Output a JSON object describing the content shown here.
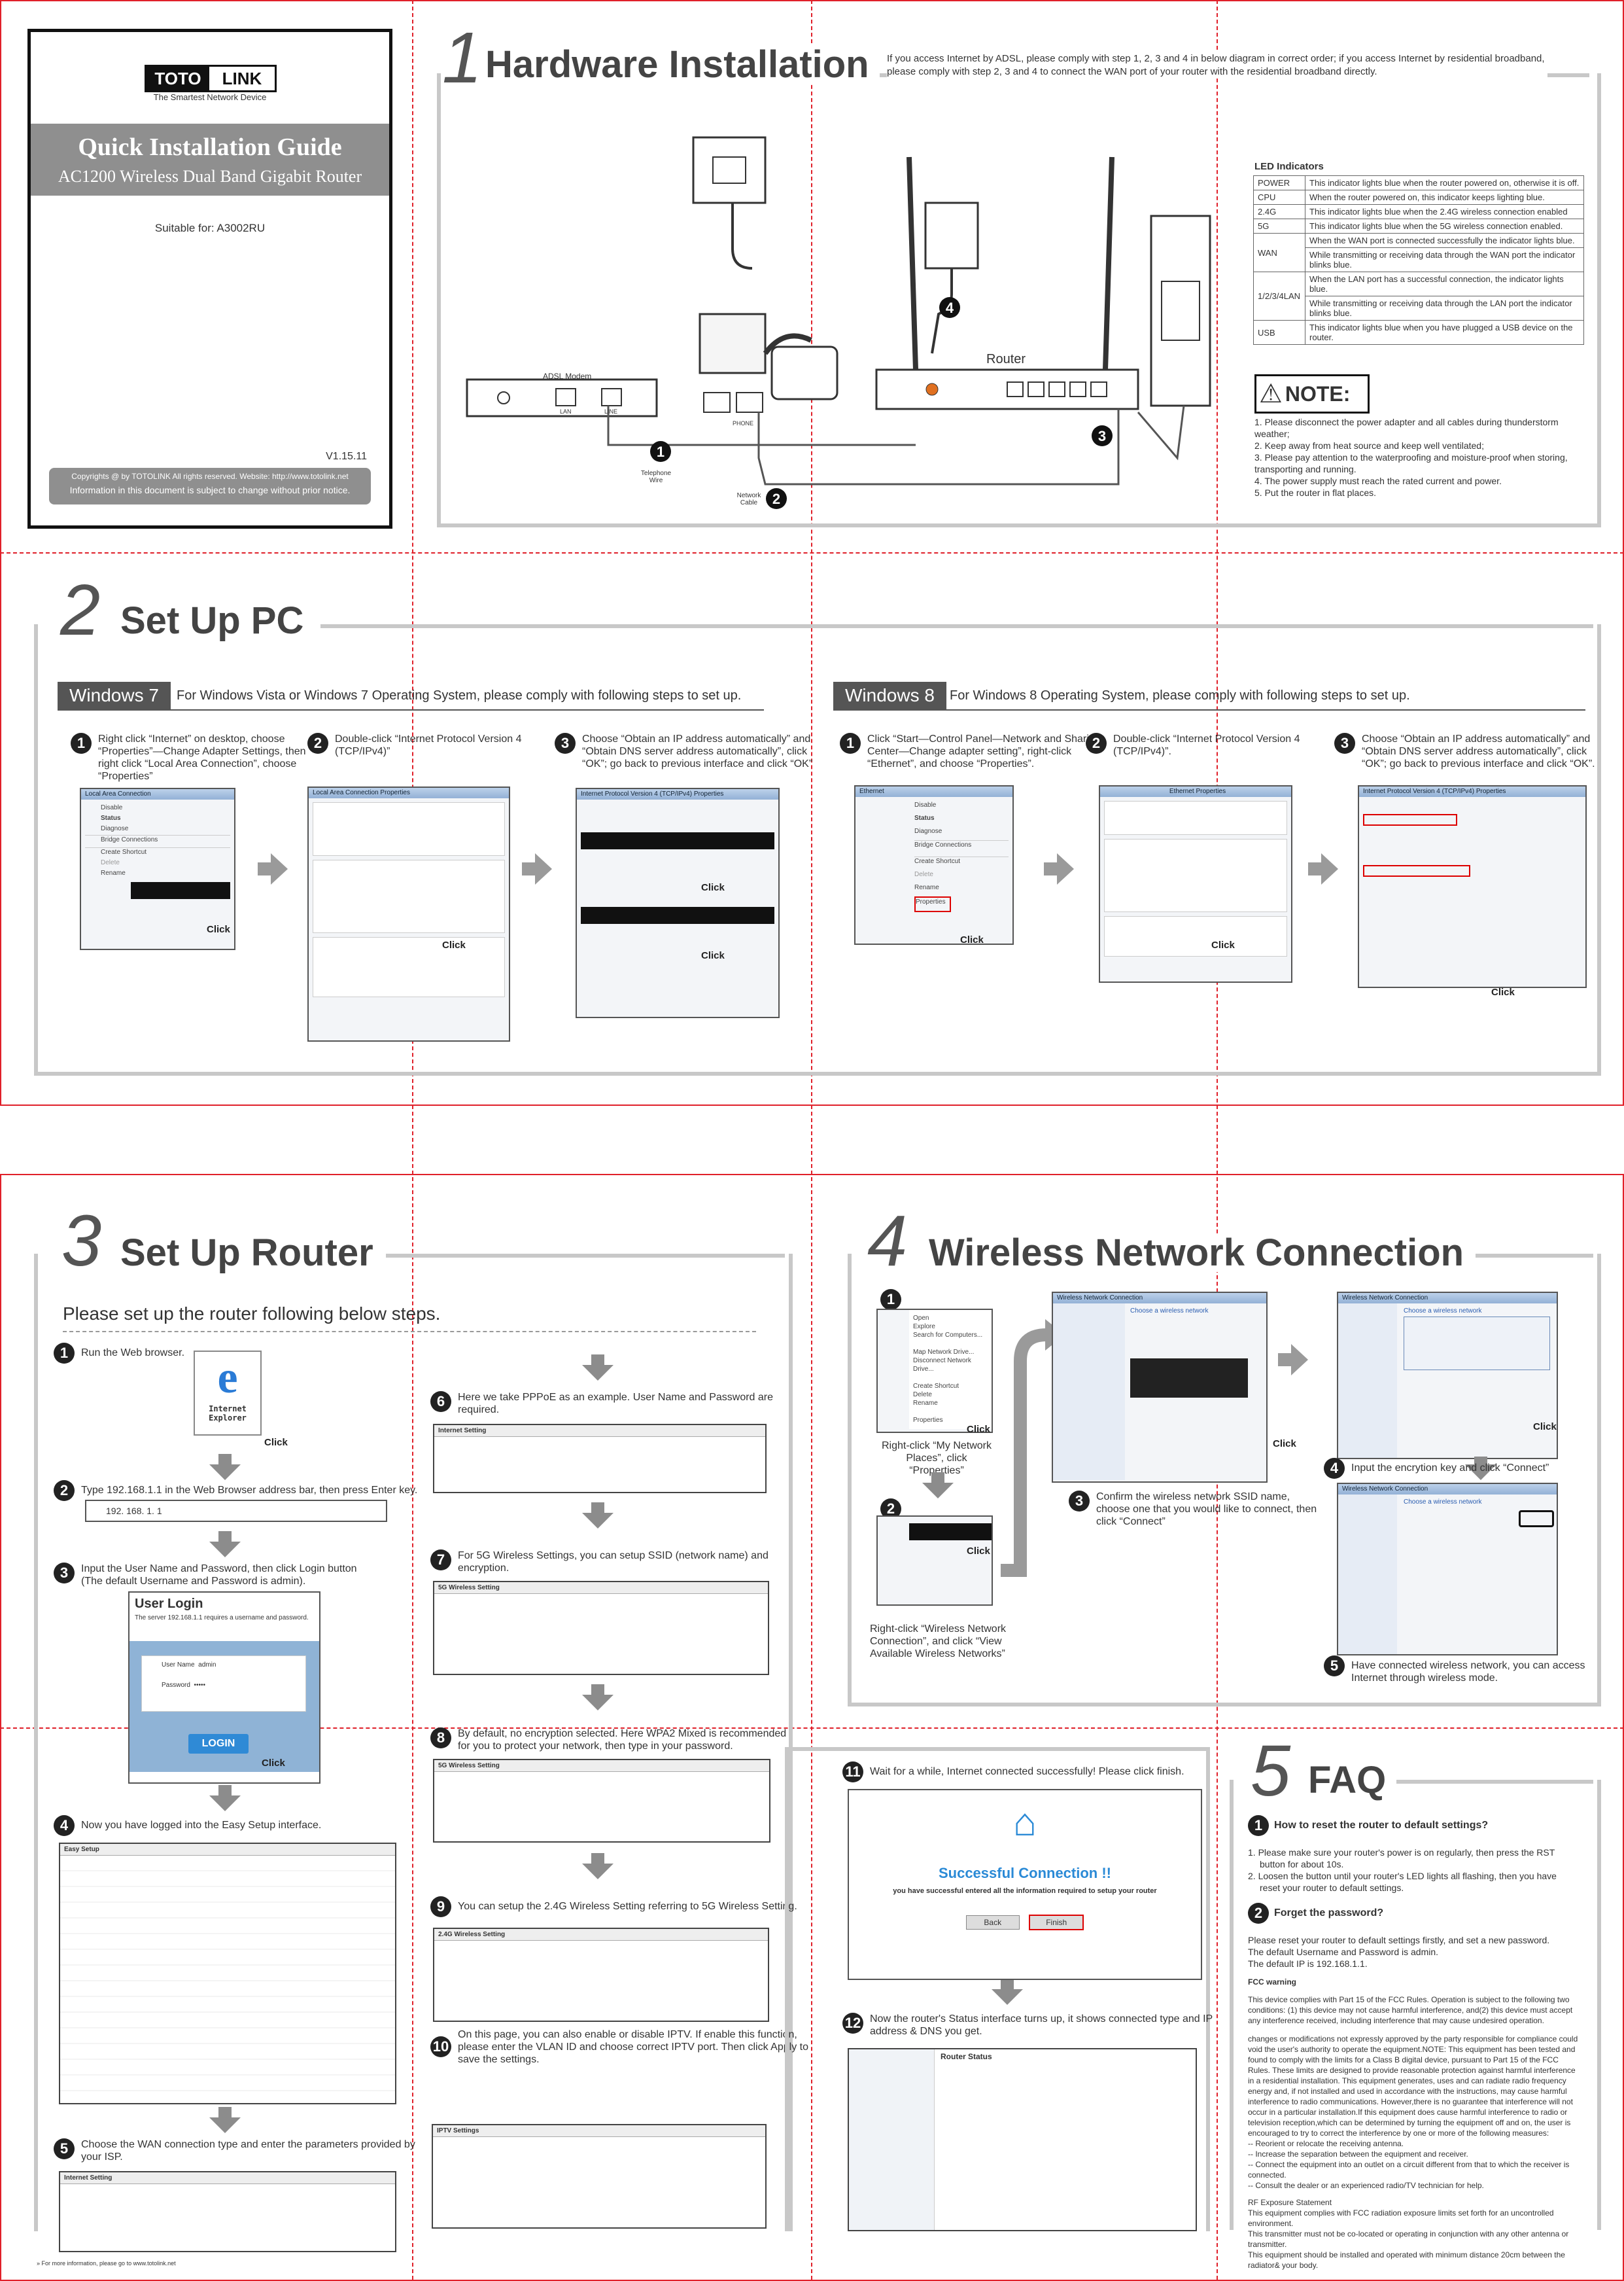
{
  "cover": {
    "brand_left": "TOTO",
    "brand_right": "LINK",
    "tagline": "The Smartest Network Device",
    "title": "Quick Installation Guide",
    "subtitle": "AC1200 Wireless Dual Band Gigabit Router",
    "suitable": "Suitable for: A3002RU",
    "version": "V1.15.11",
    "copyright": "Copyrights @ by TOTOLINK All rights reserved. Website: http://www.totolink.net",
    "notice": "Information in this document is subject to change without prior notice."
  },
  "s1": {
    "num": "1",
    "title": "Hardware Installation",
    "intro": "If you access Internet by ADSL, please comply with step 1, 2, 3 and 4 in below diagram in correct order; if you access Internet by residential broadband, please comply with step 2, 3 and 4 to connect the WAN port of your router with the residential broadband directly.",
    "labels": {
      "adsl_modem": "ADSL Modem",
      "router": "Router",
      "telephone_wire": "Telephone Wire",
      "network_cable": "Network Cable",
      "lan": "LAN",
      "line": "LINE",
      "phone": "PHONE"
    },
    "led_title": "LED Indicators",
    "leds": [
      {
        "name": "POWER",
        "desc": "This indicator lights blue when the router powered on, otherwise it is off."
      },
      {
        "name": "CPU",
        "desc": "When the router powered on, this indicator keeps lighting blue."
      },
      {
        "name": "2.4G",
        "desc": "This indicator lights blue when the 2.4G wireless connection enabled"
      },
      {
        "name": "5G",
        "desc": "This indicator lights blue when the 5G wireless connection enabled."
      },
      {
        "name": "WAN",
        "desc": "When the WAN port is connected successfully the indicator lights blue.",
        "desc2": "While transmitting or receiving data through the WAN port the indicator blinks blue."
      },
      {
        "name": "1/2/3/4LAN",
        "desc": "When the LAN port has a successful connection, the indicator lights blue.",
        "desc2": "While transmitting or receiving data through the LAN port the indicator blinks blue."
      },
      {
        "name": "USB",
        "desc": "This indicator lights blue when you have plugged a USB device on the router."
      }
    ],
    "note_title": "NOTE:",
    "notes": [
      "1. Please disconnect the power adapter and all cables during thunderstorm weather;",
      "2. Keep away from heat source and keep well ventilated;",
      "3. Please pay attention to the waterproofing and moisture-proof when storing, transporting and running.",
      "4. The power supply must reach the rated current and power.",
      "5. Put the router in flat places."
    ]
  },
  "s2": {
    "num": "2",
    "title": "Set Up PC",
    "win7_tab": "Windows 7",
    "win7_text": "For Windows Vista or Windows 7 Operating System, please comply with following steps to set up.",
    "win8_tab": "Windows 8",
    "win8_text": "For Windows 8 Operating System, please comply with following steps to set up.",
    "win7_steps": [
      "Right click “Internet” on desktop, choose “Properties”—Change Adapter Settings, then right click “Local Area Connection”, choose “Properties”",
      "Double-click “Internet Protocol Version 4 (TCP/IPv4)”",
      "Choose “Obtain an IP address automatically” and “Obtain DNS server address automatically”, click “OK”; go back to previous interface and click “OK”"
    ],
    "win8_steps": [
      "Click “Start—Control Panel—Network and Sharing Center—Change adapter setting”, right-click “Ethernet”, and choose “Properties”.",
      "Double-click “Internet Protocol Version 4 (TCP/IPv4)”.",
      "Choose “Obtain an IP address automatically” and “Obtain DNS server address automatically”, click “OK”; go back to previous interface and click “OK”."
    ],
    "click": "Click",
    "menu_items": [
      "Disable",
      "Status",
      "Diagnose",
      "Bridge Connections",
      "Create Shortcut",
      "Delete",
      "Rename",
      "Properties"
    ],
    "lac_title": "Local Area Connection Properties",
    "eth_title": "Ethernet Properties",
    "ipv4_title": "Internet Protocol Version 4 (TCP/IPv4) Properties"
  },
  "s3": {
    "num": "3",
    "title": "Set Up Router",
    "intro": "Please set up the router following below steps.",
    "steps": [
      "Run the Web browser.",
      "Type 192.168.1.1 in the Web Browser address bar, then press Enter key.",
      "Input the User Name and Password, then click Login button (The default Username and Password is admin).",
      "Now you have logged into the Easy Setup interface.",
      "Choose the WAN connection type and enter the parameters provided by your ISP.",
      "Here we take PPPoE as an example. User Name and Password are required.",
      "For 5G Wireless Settings, you can setup SSID (network name) and encryption.",
      "By default, no encryption selected. Here WPA2 Mixed is recommended for you to protect your network, then type in your password.",
      "You can setup the 2.4G Wireless Setting referring to 5G Wireless Setting.",
      "On this page, you can also enable or disable IPTV. If enable this function, please enter the VLAN ID and choose correct IPTV port. Then click Apply to save the settings.",
      "Wait for a while, Internet connected successfully! Please click finish.",
      "Now the router's Status interface turns up, it shows connected type and IP address & DNS you get."
    ],
    "ie_label": "Internet Explorer",
    "address": "192. 168. 1. 1",
    "login_title": "User Login",
    "login_msg": "The server 192.168.1.1 requires a username and password.",
    "user_name_label": "User Name",
    "user_name_val": "admin",
    "password_label": "Password",
    "password_val": "•••••",
    "login_btn": "LOGIN",
    "success_title": "Successful Connection !!",
    "success_msg": "you have successful entered all the information required to setup your router",
    "back_btn": "Back",
    "finish_btn": "Finish",
    "footer": "» For more information, please go to www.totolink.net"
  },
  "s4": {
    "num": "4",
    "title": "Wireless Network Connection",
    "steps": [
      "Right-click “My Network Places”, click “Properties”",
      "Right-click “Wireless Network Connection”, and click “View Available Wireless Networks”",
      "Confirm the wireless network SSID name, choose one that you would like to connect, then click “Connect”",
      "Input the encrytion key and click “Connect”",
      "Have connected wireless network, you can access Internet through wireless mode."
    ],
    "win_title": "Wireless Network Connection",
    "choose": "Choose a wireless network"
  },
  "s5": {
    "num": "5",
    "title": "FAQ",
    "q1": "How to reset the router to default settings?",
    "a1": [
      "1. Please make sure your router's power is on regularly, then press the RST button for about 10s.",
      "2. Loosen the button until your router's LED lights all flashing, then you have reset your router to default settings."
    ],
    "q2": "Forget the password?",
    "a2": [
      "Please reset your router to default settings firstly, and set a new password.",
      "The default Username and Password is admin.",
      "The default IP is 192.168.1.1."
    ],
    "fcc_title": "FCC warning",
    "fcc1": "This device complies with Part 15 of the FCC Rules. Operation is subject to the following two conditions: (1) this device may not cause harmful interference, and(2) this device must accept any interference received, including interference that may cause undesired operation.",
    "fcc2": "changes or modifications not expressly approved by the party responsible for compliance could void the user's authority to operate the equipment.NOTE: This equipment has been tested and found to comply with the limits for a Class B digital device, pursuant to Part 15 of the FCC Rules. These limits are designed to provide reasonable protection against harmful interference in a residential installation. This equipment generates, uses and can radiate radio frequency energy and, if not installed and used in accordance with the instructions, may cause harmful interference to radio communications. However,there is no guarantee that interference will not occur in a particular installation.If this equipment does cause harmful interference to radio or television reception,which can be determined by turning the equipment off and on, the user is encouraged to try to correct the interference by one or more of the following measures:",
    "fcc_list": [
      "-- Reorient or relocate the receiving antenna.",
      "-- Increase the separation between the equipment and receiver.",
      "-- Connect the equipment into an outlet on a circuit different from that to which the receiver is connected.",
      "-- Consult the dealer or an experienced radio/TV technician for help."
    ],
    "rf_title": "RF Exposure Statement",
    "rf1": "This equipment complies with FCC radiation exposure limits set forth for an uncontrolled environment.",
    "rf2": "This transmitter must not be co-located or operating in conjunction with any other antenna or transmitter.",
    "rf3": "This equipment should be installed and operated with minimum distance 20cm between the radiator& your body."
  }
}
